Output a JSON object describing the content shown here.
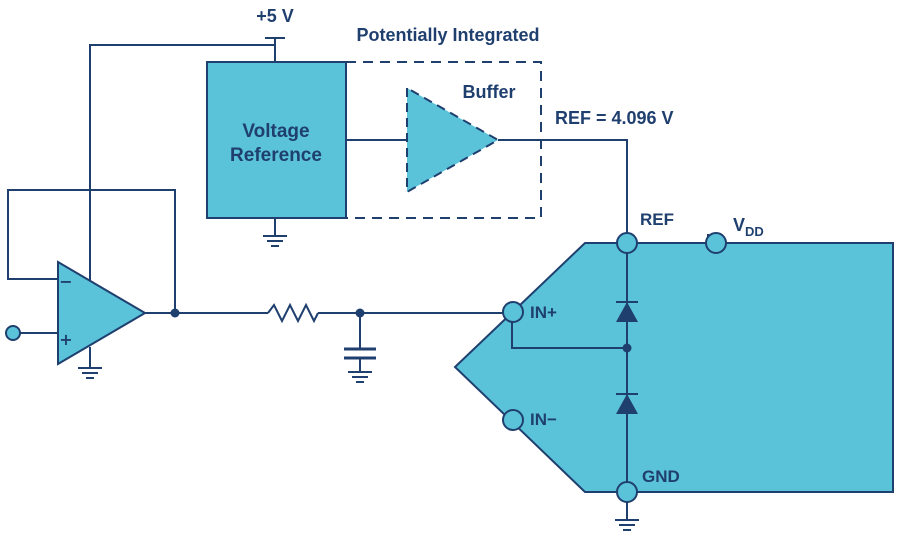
{
  "labels": {
    "supply": "+5 V",
    "integrated": "Potentially Integrated",
    "voltage_reference_line1": "Voltage",
    "voltage_reference_line2": "Reference",
    "buffer": "Buffer",
    "ref_value": "REF = 4.096 V",
    "ref_pin": "REF",
    "vdd_main": "V",
    "vdd_sub": "DD",
    "in_plus": "IN+",
    "in_minus": "IN−",
    "gnd_pin": "GND",
    "opamp_minus": "−",
    "opamp_plus": "+"
  },
  "colors": {
    "fill": "#5ac3d9",
    "wire": "#1f3f6f",
    "text": "#1f3f6f"
  }
}
